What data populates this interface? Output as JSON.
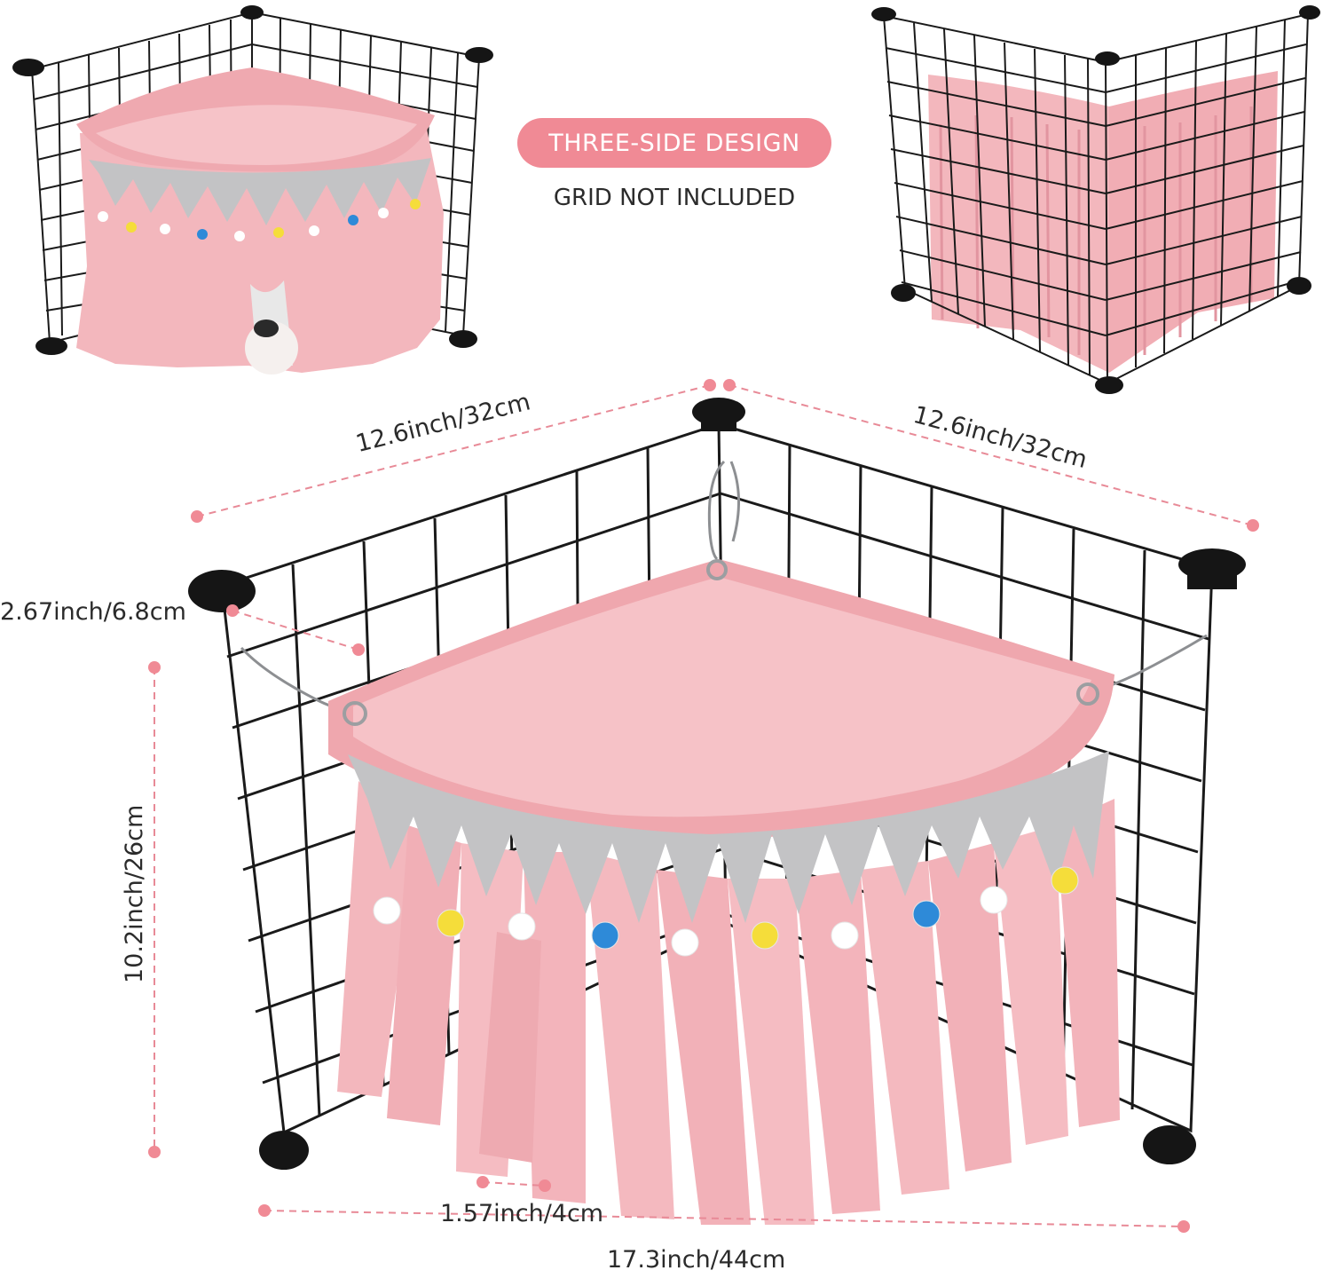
{
  "header": {
    "badge": "THREE-SIDE DESIGN",
    "note": "GRID NOT INCLUDED"
  },
  "dimensions": {
    "left_side": "12.6inch/32cm",
    "right_side": "12.6inch/32cm",
    "hanger_depth": "2.67inch/6.8cm",
    "height": "10.2inch/26cm",
    "strip_width": "1.57inch/4cm",
    "front_width": "17.3inch/44cm"
  },
  "colors": {
    "accent": "#f08a95",
    "fabric_pink": "#f3b7bd",
    "fabric_pink_dark": "#e49aa2",
    "fabric_gray": "#c3c3c5",
    "grid": "#1a1a1a",
    "dimension_line": "#e88a97"
  },
  "pompoms": [
    "#ffffff",
    "#f5dd3a",
    "#ffffff",
    "#2e8ad8",
    "#ffffff",
    "#f5dd3a",
    "#ffffff",
    "#2e8ad8",
    "#ffffff",
    "#f5dd3a"
  ]
}
